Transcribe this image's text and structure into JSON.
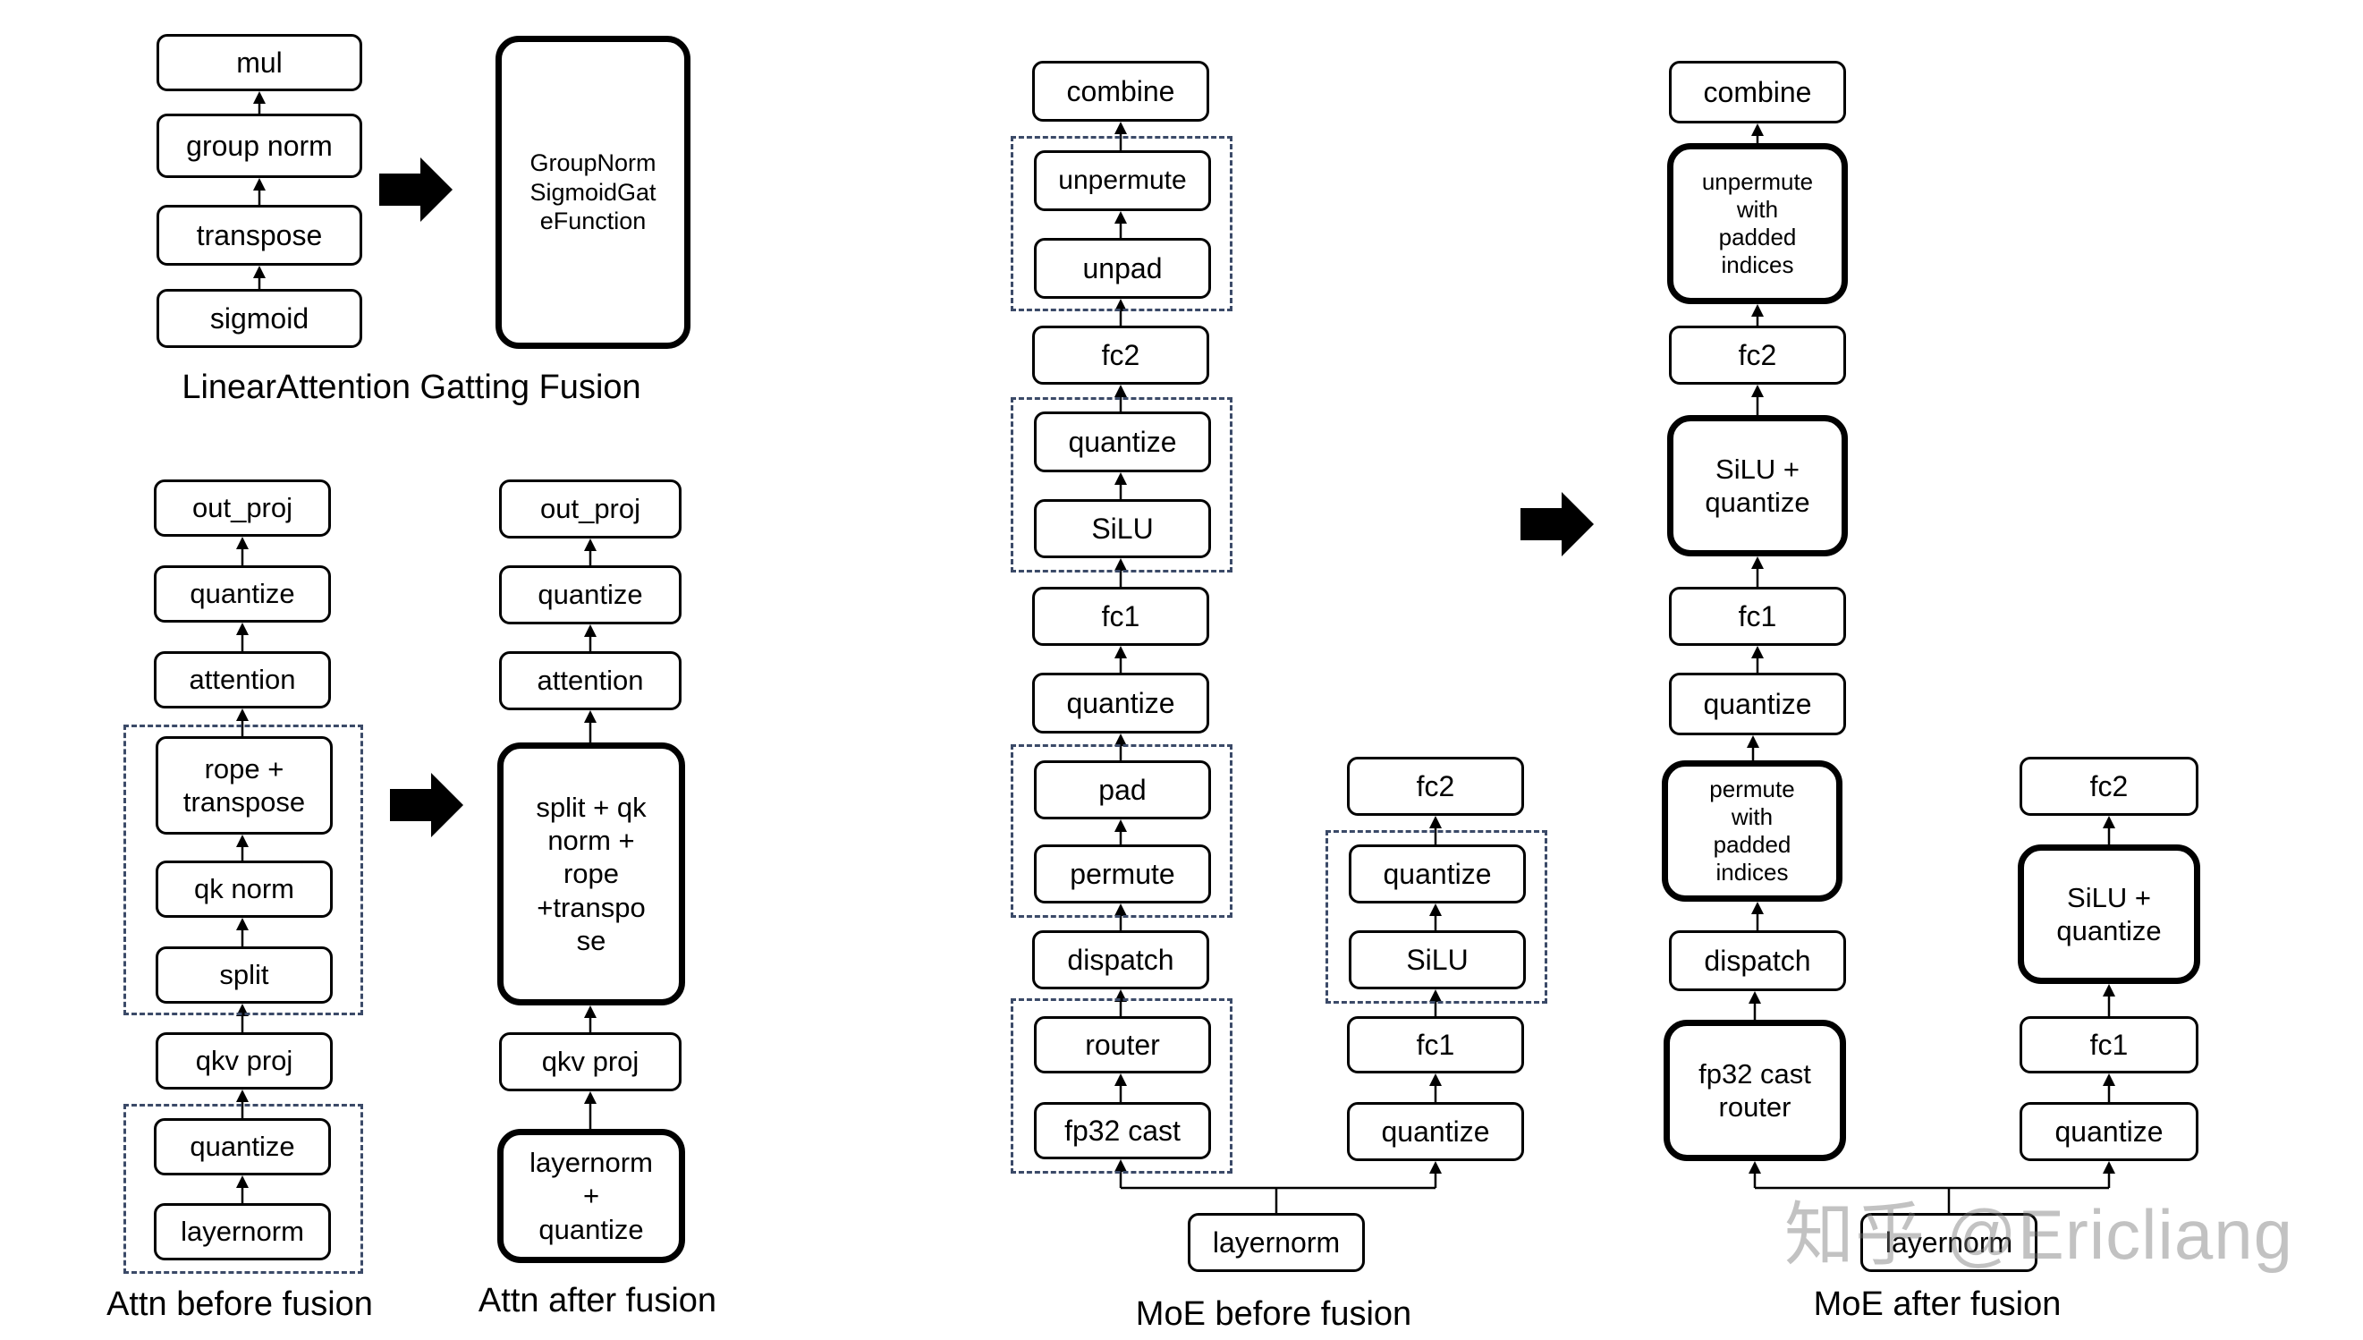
{
  "captions": {
    "linear_attention": "LinearAttention Gatting Fusion",
    "attn_before": "Attn before fusion",
    "attn_after": "Attn after fusion",
    "moe_before": "MoE before fusion",
    "moe_after": "MoE after fusion"
  },
  "linear_attention": {
    "before": [
      "mul",
      "group norm",
      "transpose",
      "sigmoid"
    ],
    "after": "GroupNorm\nSigmoidGat\neFunction"
  },
  "attn_before": [
    "out_proj",
    "quantize",
    "attention",
    "rope +\ntranspose",
    "qk norm",
    "split",
    "qkv proj",
    "quantize",
    "layernorm"
  ],
  "attn_after": [
    "out_proj",
    "quantize",
    "attention",
    "split + qk\nnorm +\nrope\n+transpo\nse",
    "qkv proj",
    "layernorm\n+\nquantize"
  ],
  "moe_before": {
    "main": [
      "combine",
      "unpermute",
      "unpad",
      "fc2",
      "quantize",
      "SiLU",
      "fc1",
      "quantize",
      "pad",
      "permute",
      "dispatch",
      "router",
      "fp32 cast"
    ],
    "side": [
      "fc2",
      "quantize",
      "SiLU",
      "fc1",
      "quantize"
    ],
    "input": "layernorm"
  },
  "moe_after": {
    "main": [
      "combine",
      "unpermute\nwith\npadded\nindices",
      "fc2",
      "SiLU +\nquantize",
      "fc1",
      "quantize",
      "permute\nwith\npadded\nindices",
      "dispatch",
      "fp32 cast\nrouter"
    ],
    "side": [
      "fc2",
      "SiLU +\nquantize",
      "fc1",
      "quantize"
    ],
    "input": "layernorm"
  },
  "watermark": "知乎 @Ericliang"
}
